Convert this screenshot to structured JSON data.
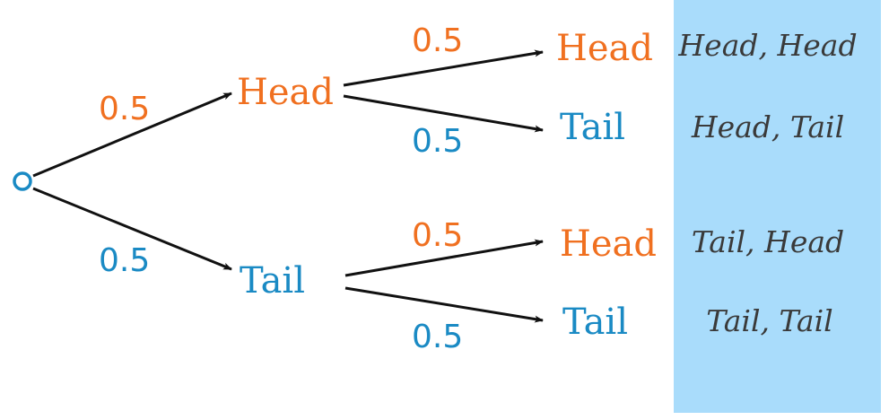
{
  "colors": {
    "head": "#f07020",
    "tail": "#1a8ac4",
    "arrow": "#111111",
    "outcome_panel": "#a9dcfb",
    "outcome_text": "#3a3a3a"
  },
  "root": {
    "icon": "root-circle-icon"
  },
  "level1": {
    "head": {
      "label": "Head",
      "prob": "0.5"
    },
    "tail": {
      "label": "Tail",
      "prob": "0.5"
    }
  },
  "level2": {
    "head_head": {
      "label": "Head",
      "prob": "0.5"
    },
    "head_tail": {
      "label": "Tail",
      "prob": "0.5"
    },
    "tail_head": {
      "label": "Head",
      "prob": "0.5"
    },
    "tail_tail": {
      "label": "Tail",
      "prob": "0.5"
    }
  },
  "outcomes": [
    {
      "text": "Head, Head"
    },
    {
      "text": "Head, Tail"
    },
    {
      "text": "Tail, Head"
    },
    {
      "text": "Tail, Tail"
    }
  ]
}
